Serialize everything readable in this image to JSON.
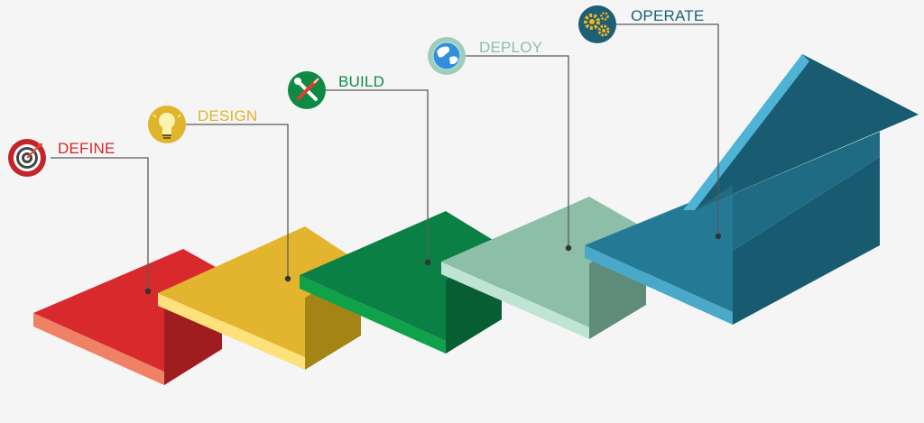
{
  "steps": [
    {
      "label": "DEFINE",
      "icon": "target-icon",
      "color": "#d6262a"
    },
    {
      "label": "DESIGN",
      "icon": "lightbulb-icon",
      "color": "#e0b42b"
    },
    {
      "label": "BUILD",
      "icon": "tools-icon",
      "color": "#0e8a44"
    },
    {
      "label": "DEPLOY",
      "icon": "globe-icon",
      "color": "#8cbfa6"
    },
    {
      "label": "OPERATE",
      "icon": "gears-icon",
      "color": "#1d5f74"
    }
  ]
}
